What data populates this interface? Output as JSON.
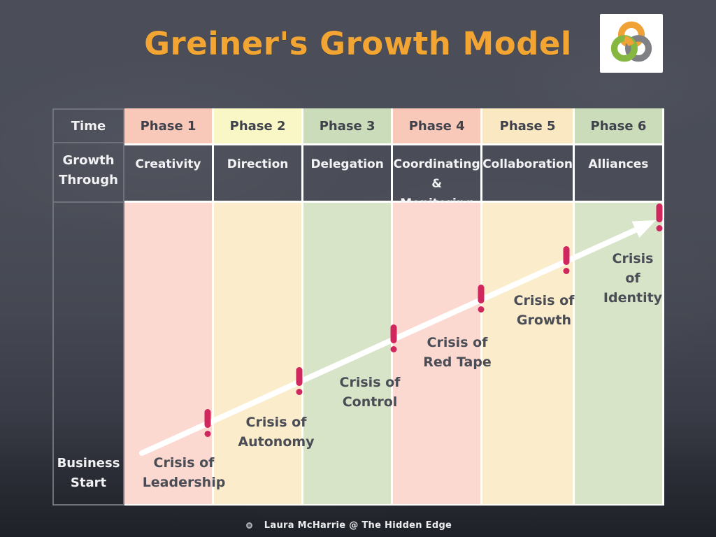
{
  "slide": {
    "title": "Greiner's Growth Model",
    "credit": "Laura McHarrie @ The Hidden Edge"
  },
  "axis": {
    "time_label": "Time",
    "growth_label": "Growth\nThrough",
    "business_start_label": "Business\nStart"
  },
  "phases": [
    {
      "label": "Phase 1",
      "growth_through": "Creativity",
      "crisis": "Crisis of\nLeadership"
    },
    {
      "label": "Phase 2",
      "growth_through": "Direction",
      "crisis": "Crisis of\nAutonomy"
    },
    {
      "label": "Phase 3",
      "growth_through": "Delegation",
      "crisis": "Crisis of\nControl"
    },
    {
      "label": "Phase 4",
      "growth_through": "Coordinating\n& Monitoring",
      "crisis": "Crisis of\nRed Tape"
    },
    {
      "label": "Phase 5",
      "growth_through": "Collaboration",
      "crisis": "Crisis of\nGrowth"
    },
    {
      "label": "Phase 6",
      "growth_through": "Alliances",
      "crisis": "Crisis of\nIdentity"
    }
  ],
  "icons": {
    "logo": "three-interlocking-rings",
    "crisis_marker": "exclamation-mark",
    "growth_arrow": "diagonal-arrow-up-right",
    "footer_bullet": "small-ring"
  },
  "colors": {
    "title_color": "#F2A532",
    "header_pink": "#F8C8B9",
    "header_yellow": "#FAF7C6",
    "header_green": "#CBDCBA",
    "header_cream": "#FAE8C2",
    "band_pink": "#FBD9D0",
    "band_cream": "#FBEDCB",
    "band_green": "#D7E4C8",
    "marker_color": "#D1275F",
    "arrow_color": "#FFFFFF",
    "logo_orange": "#F0A236",
    "logo_green": "#85B741",
    "logo_gray": "#7E8083"
  }
}
